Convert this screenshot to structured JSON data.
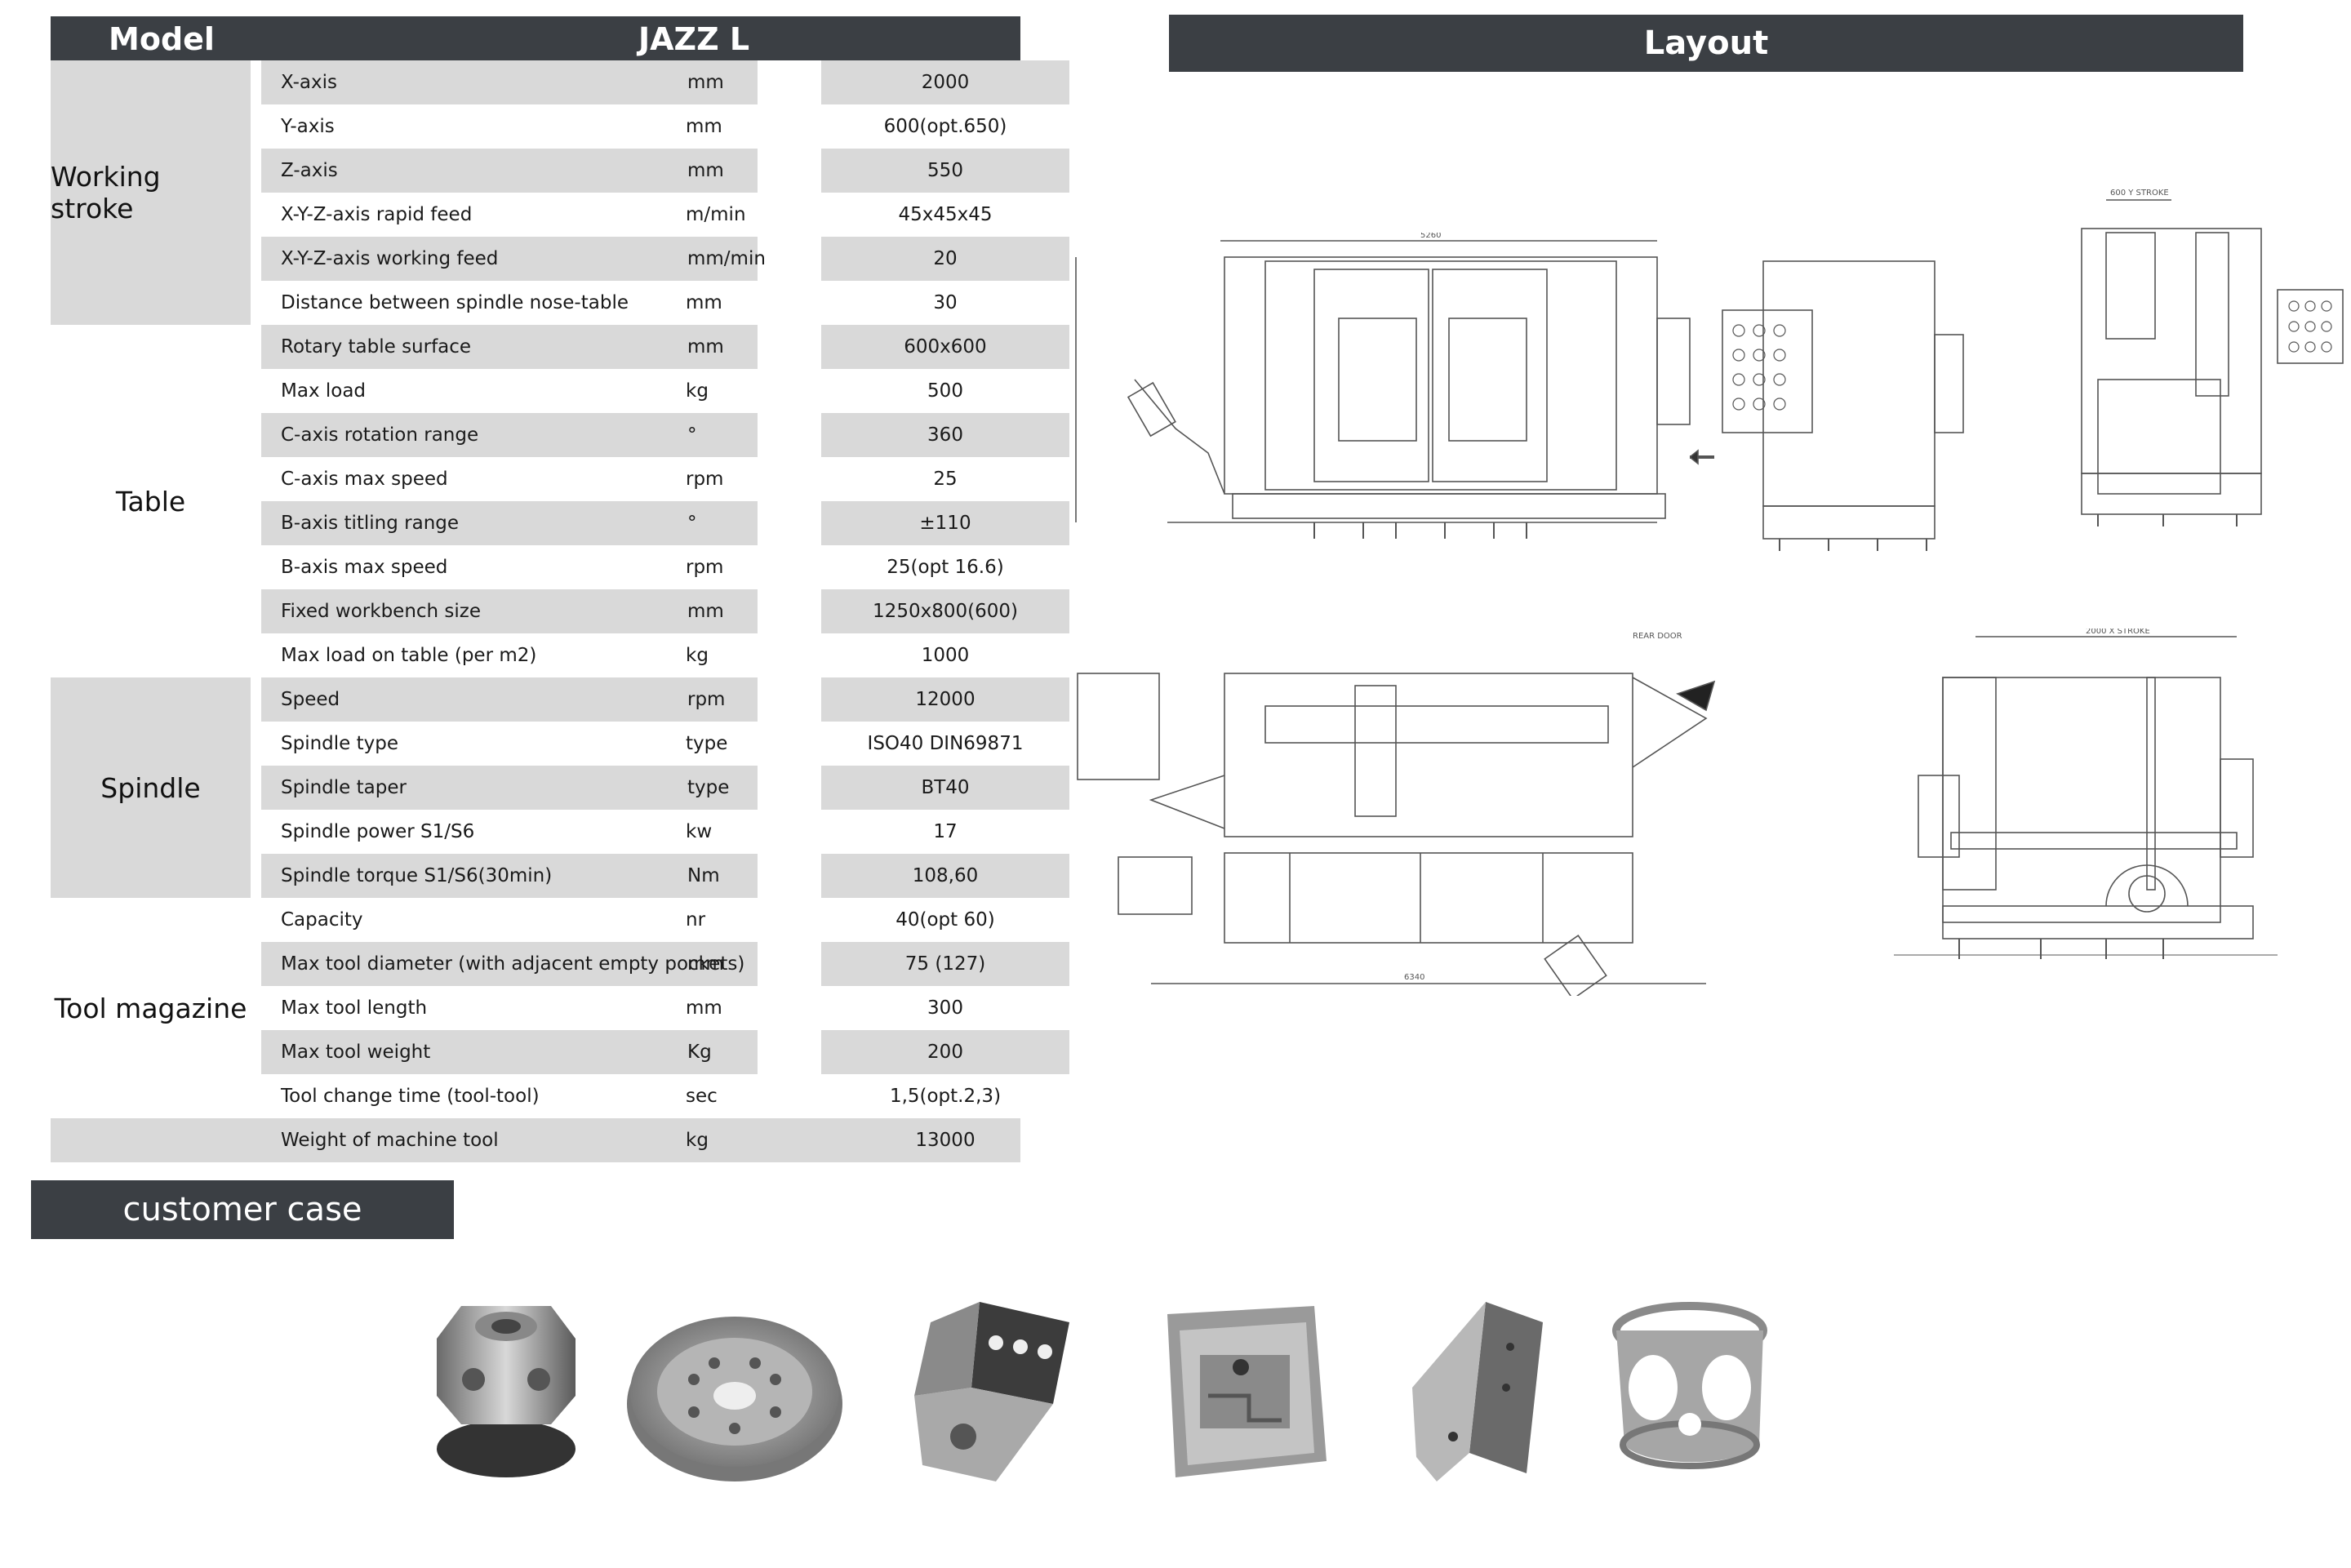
{
  "spec_table": {
    "header": {
      "model_label": "Model",
      "model_value": "JAZZ L"
    },
    "groups": [
      {
        "label": "Working stroke"
      },
      {
        "label": "Table"
      },
      {
        "label": "Spindle"
      },
      {
        "label": "Tool magazine"
      }
    ],
    "rows": [
      {
        "label": "X-axis",
        "unit": "mm",
        "value": "2000"
      },
      {
        "label": "Y-axis",
        "unit": "mm",
        "value": "600(opt.650)"
      },
      {
        "label": "Z-axis",
        "unit": "mm",
        "value": "550"
      },
      {
        "label": "X-Y-Z-axis rapid feed",
        "unit": "m/min",
        "value": "45x45x45"
      },
      {
        "label": "X-Y-Z-axis working feed",
        "unit": "mm/min",
        "value": "20"
      },
      {
        "label": "Distance between spindle nose-table",
        "unit": "mm",
        "value": "30"
      },
      {
        "label": "Rotary table surface",
        "unit": "mm",
        "value": "600x600"
      },
      {
        "label": "Max load",
        "unit": "kg",
        "value": "500"
      },
      {
        "label": "C-axis rotation range",
        "unit": "°",
        "value": "360"
      },
      {
        "label": "C-axis max speed",
        "unit": "rpm",
        "value": "25"
      },
      {
        "label": "B-axis titling range",
        "unit": "°",
        "value": "±110"
      },
      {
        "label": "B-axis max speed",
        "unit": "rpm",
        "value": "25(opt 16.6)"
      },
      {
        "label": "Fixed workbench size",
        "unit": "mm",
        "value": "1250x800(600)"
      },
      {
        "label": "Max load on table (per m2)",
        "unit": "kg",
        "value": "1000"
      },
      {
        "label": "Speed",
        "unit": "rpm",
        "value": "12000"
      },
      {
        "label": "Spindle type",
        "unit": "type",
        "value": "ISO40 DIN69871"
      },
      {
        "label": "Spindle taper",
        "unit": "type",
        "value": "BT40"
      },
      {
        "label": "Spindle power S1/S6",
        "unit": "kw",
        "value": "17"
      },
      {
        "label": "Spindle torque S1/S6(30min)",
        "unit": "Nm",
        "value": "108,60"
      },
      {
        "label": "Capacity",
        "unit": "nr",
        "value": "40(opt 60)"
      },
      {
        "label": "Max tool diameter (with adjacent empty pockets)",
        "unit": "mm",
        "value": "75 (127)"
      },
      {
        "label": "Max  tool length",
        "unit": "mm",
        "value": "300"
      },
      {
        "label": "Max  tool weight",
        "unit": "Kg",
        "value": "200"
      },
      {
        "label": "Tool change time (tool-tool)",
        "unit": "sec",
        "value": "1,5(opt.2,3)"
      },
      {
        "label": "Weight of machine tool",
        "unit": "kg",
        "value": "13000"
      }
    ]
  },
  "layout": {
    "title": "Layout",
    "drawing_labels": {
      "front_width": "5260",
      "plan_width": "6340",
      "x_stroke": "2000 X STROKE",
      "y_stroke": "600 Y STROKE",
      "rear_door": "REAR DOOR"
    }
  },
  "customer_case": {
    "title": "customer case",
    "parts": [
      {
        "icon": "octagonal-flange-part"
      },
      {
        "icon": "gear-wheel-part"
      },
      {
        "icon": "machined-block-part"
      },
      {
        "icon": "housing-part"
      },
      {
        "icon": "angle-bracket-part"
      },
      {
        "icon": "cylindrical-cage-part"
      }
    ]
  }
}
